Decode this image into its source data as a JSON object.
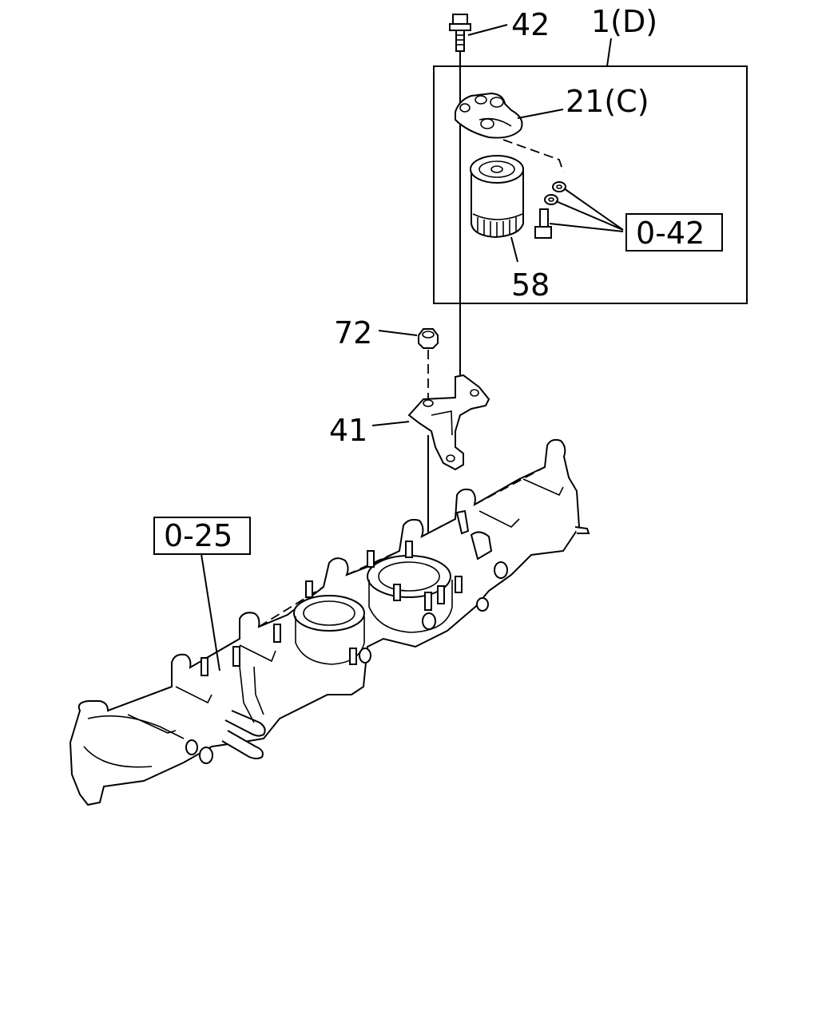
{
  "callouts": {
    "bolt": "42",
    "filter_assembly": "1(D)",
    "filter_head": "21(C)",
    "filter_cartridge": "58",
    "nut": "72",
    "bracket": "41"
  },
  "references": {
    "filter_fasteners": "0-42",
    "manifold": "0-25"
  }
}
